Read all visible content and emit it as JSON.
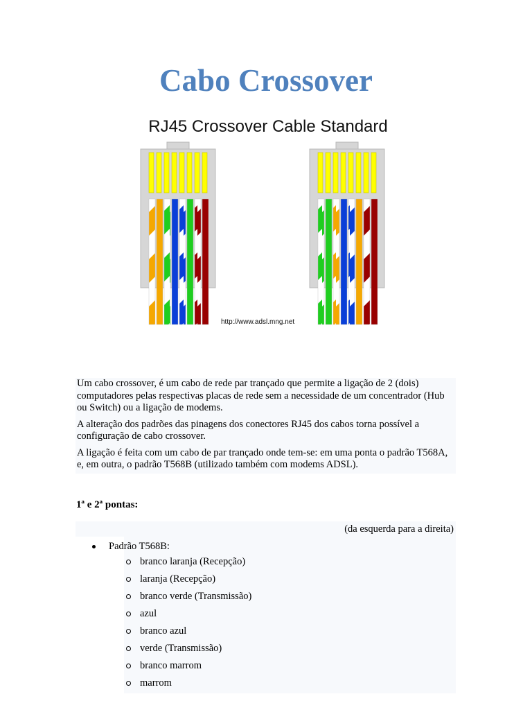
{
  "title": "Cabo Crossover",
  "figure": {
    "heading": "RJ45 Crossover Cable Standard",
    "credit": "http://www.adsl.mng.net",
    "left_connector_wires": [
      "white-orange",
      "orange",
      "white-green",
      "blue",
      "white-blue",
      "green",
      "white-brown",
      "brown"
    ],
    "right_connector_wires": [
      "white-green",
      "green",
      "white-orange",
      "blue",
      "white-blue",
      "orange",
      "white-brown",
      "brown"
    ],
    "colors": {
      "orange": "#f5a800",
      "green": "#1fce1f",
      "blue": "#0a3fd8",
      "brown": "#990000",
      "contact": "#ffff00",
      "housing": "#d6d6d6"
    }
  },
  "intro": {
    "p1": "Um cabo crossover, é um cabo de rede par trançado que permite a ligação de 2 (dois) computadores pelas respectivas placas de rede sem a necessidade de um concentrador (Hub ou Switch) ou a ligação de modems.",
    "p2": "A alteração dos padrões das pinagens dos conectores RJ45 dos cabos torna possível a configuração de cabo crossover.",
    "p3": "A ligação é feita com um cabo de par trançado onde tem-se: em uma ponta o padrão T568A, e, em outra, o padrão T568B (utilizado também com modems ADSL)."
  },
  "section": {
    "heading": "1ª e 2ª pontas:",
    "direction_note": "(da esquerda para a direita)",
    "standard_label": "Padrão T568B:",
    "items": [
      "branco laranja (Recepção)",
      "laranja (Recepção)",
      "branco verde (Transmissão)",
      "azul",
      "branco azul",
      "verde (Transmissão)",
      "branco marrom",
      "marrom"
    ]
  }
}
